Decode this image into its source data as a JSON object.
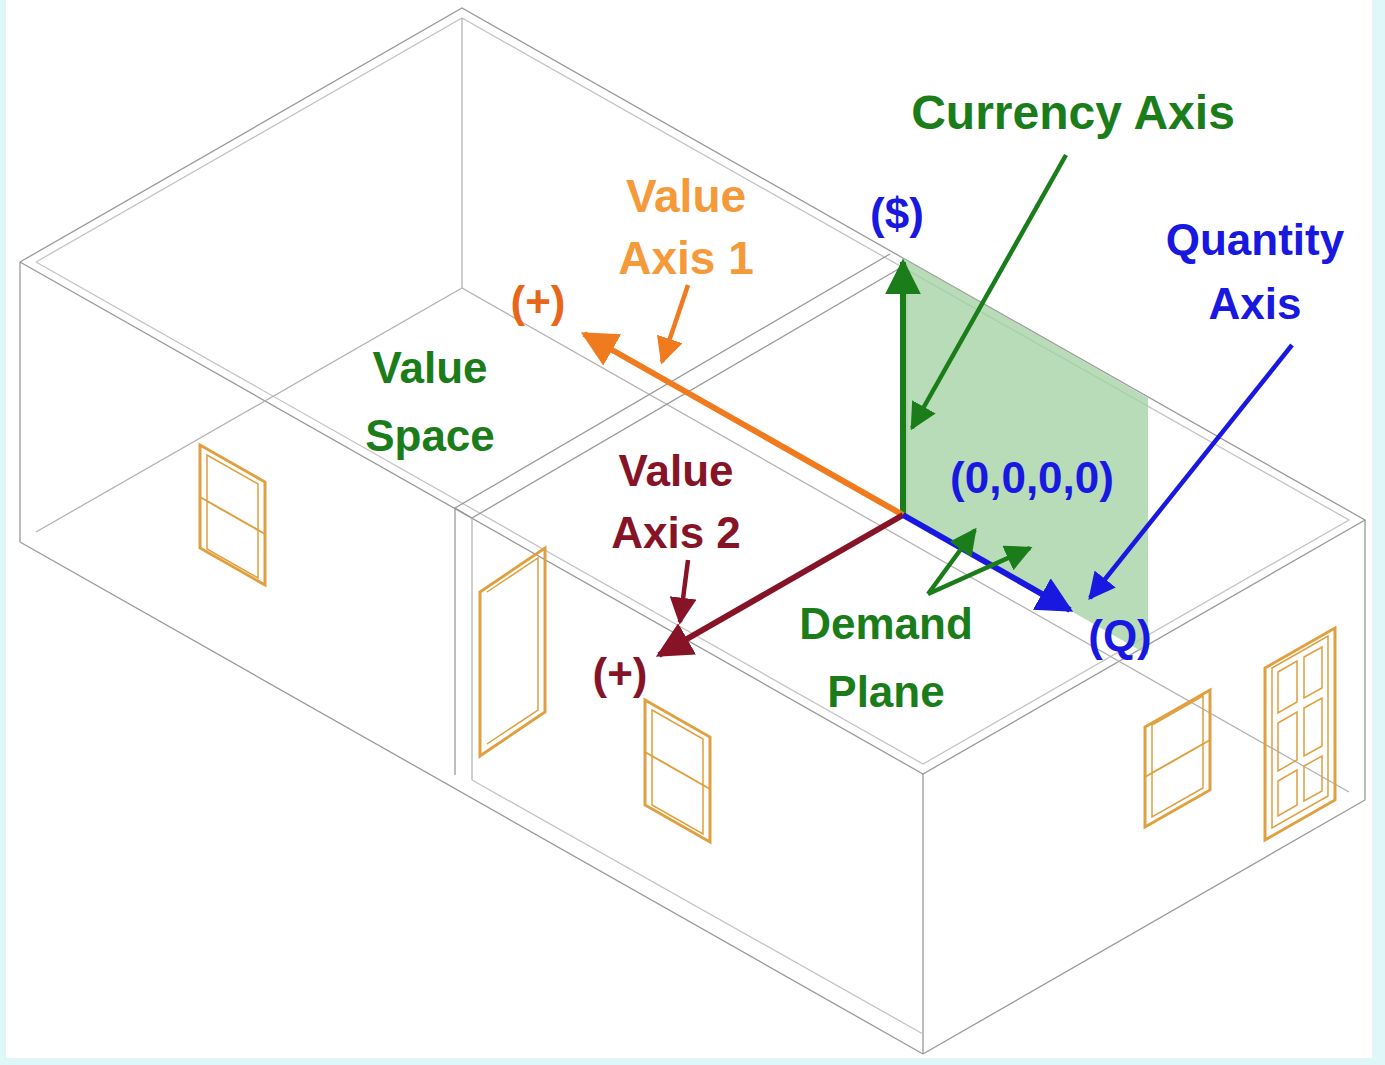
{
  "diagram": {
    "labels": [
      "Currency Axis",
      "($)",
      "Value Axis 1",
      "Quantity Axis",
      "(+)",
      "Value Space",
      "(0,0,0,0)",
      "Value Axis 2",
      "Demand Plane",
      "(+)",
      "(Q)"
    ]
  }
}
